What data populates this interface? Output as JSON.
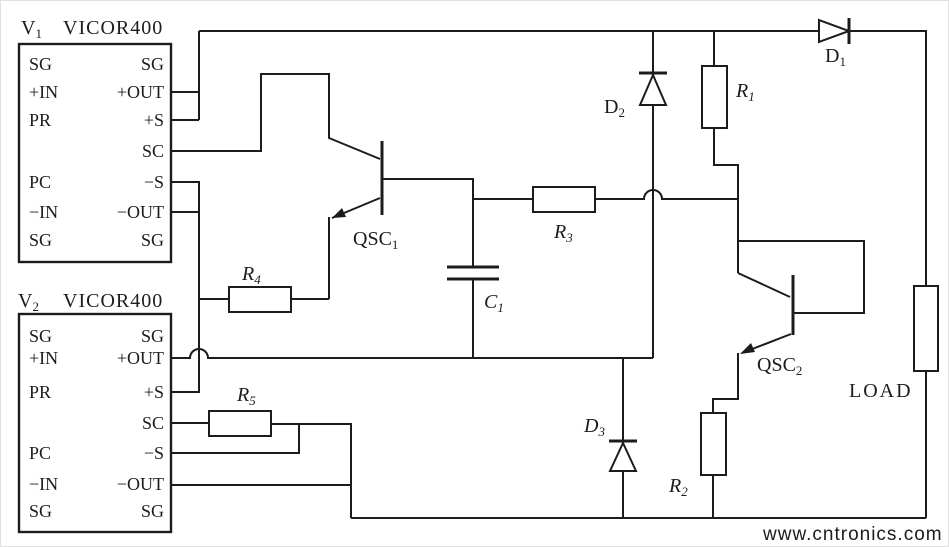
{
  "modules": {
    "v1": {
      "ref": {
        "base": "V",
        "sub": "1"
      },
      "part": "VICOR400",
      "left_pins": [
        "SG",
        "+IN",
        "PR",
        "PC",
        "−IN",
        "SG"
      ],
      "right_pins": [
        "SG",
        "+OUT",
        "+S",
        "SC",
        "−S",
        "−OUT",
        "SG"
      ]
    },
    "v2": {
      "ref": {
        "base": "V",
        "sub": "2"
      },
      "part": "VICOR400",
      "left_pins": [
        "SG",
        "+IN",
        "PR",
        "PC",
        "−IN",
        "SG"
      ],
      "right_pins": [
        "SG",
        "+OUT",
        "+S",
        "SC",
        "−S",
        "−OUT",
        "SG"
      ]
    }
  },
  "components": {
    "r1": {
      "base": "R",
      "sub": "1"
    },
    "r2": {
      "base": "R",
      "sub": "2"
    },
    "r3": {
      "base": "R",
      "sub": "3"
    },
    "r4": {
      "base": "R",
      "sub": "4"
    },
    "r5": {
      "base": "R",
      "sub": "5"
    },
    "c1": {
      "base": "C",
      "sub": "1"
    },
    "d1": {
      "base": "D",
      "sub": "1"
    },
    "d2": {
      "base": "D",
      "sub": "2"
    },
    "d3": {
      "base": "D",
      "sub": "3"
    },
    "qsc1": {
      "base": "QSC",
      "sub": "1"
    },
    "qsc2": {
      "base": "QSC",
      "sub": "2"
    },
    "load": "LOAD"
  },
  "watermark": {
    "text": "www.cntronics.com",
    "color": "#b5d9a9"
  },
  "colors": {
    "ink": "#1c1c1c",
    "background": "#ffffff"
  }
}
